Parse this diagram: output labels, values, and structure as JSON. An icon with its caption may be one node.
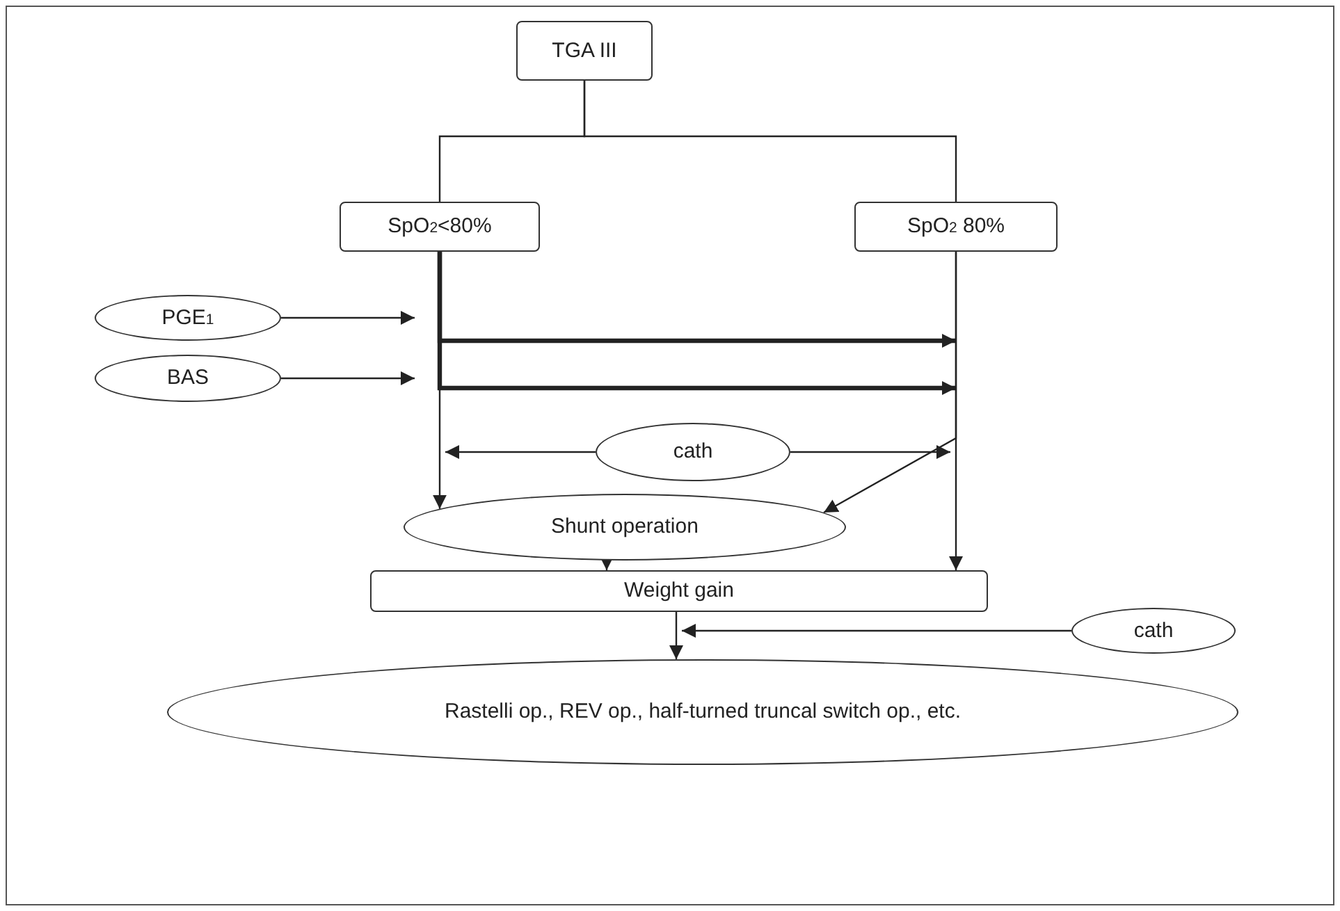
{
  "diagram": {
    "nodes": [
      {
        "text": [
          "TGA III"
        ]
      },
      {
        "text": [
          "SpO$_{2}$<80%"
        ]
      },
      {
        "text": [
          "SpO$_{2}$ 80%"
        ]
      },
      {
        "text": [
          "PGE$_{1}$"
        ]
      },
      {
        "text": [
          "BAS"
        ]
      },
      {
        "text": [
          "cath"
        ]
      },
      {
        "text": [
          "Shunt operation"
        ]
      },
      {
        "text": [
          "Weight gain"
        ]
      },
      {
        "text": [
          "cath"
        ]
      },
      {
        "text": [
          "Rastelli op., REV op., half-turned truncal switch op., etc."
        ]
      }
    ],
    "edges": [
      {
        "from": 0,
        "to": 1,
        "arrow": "none"
      },
      {
        "from": 0,
        "to": 2,
        "arrow": "none"
      },
      {
        "from": 3,
        "to": null,
        "arrow": "to"
      },
      {
        "from": 1,
        "to": null,
        "arrow": "to",
        "style": "thick"
      },
      {
        "from": 4,
        "to": null,
        "arrow": "to"
      },
      {
        "from": 1,
        "to": null,
        "arrow": "to",
        "style": "thick"
      },
      {
        "from": 5,
        "to": null,
        "arrow": "to"
      },
      {
        "from": 5,
        "to": null,
        "arrow": "to"
      },
      {
        "from": 1,
        "to": 6,
        "arrow": "to"
      },
      {
        "from": 2,
        "to": 6,
        "arrow": "to"
      },
      {
        "from": 2,
        "to": 7,
        "arrow": "to"
      },
      {
        "from": 6,
        "to": 7,
        "arrow": "to"
      },
      {
        "from": 7,
        "to": 9,
        "arrow": "to"
      },
      {
        "from": 8,
        "to": 7,
        "arrow": "to"
      }
    ]
  }
}
